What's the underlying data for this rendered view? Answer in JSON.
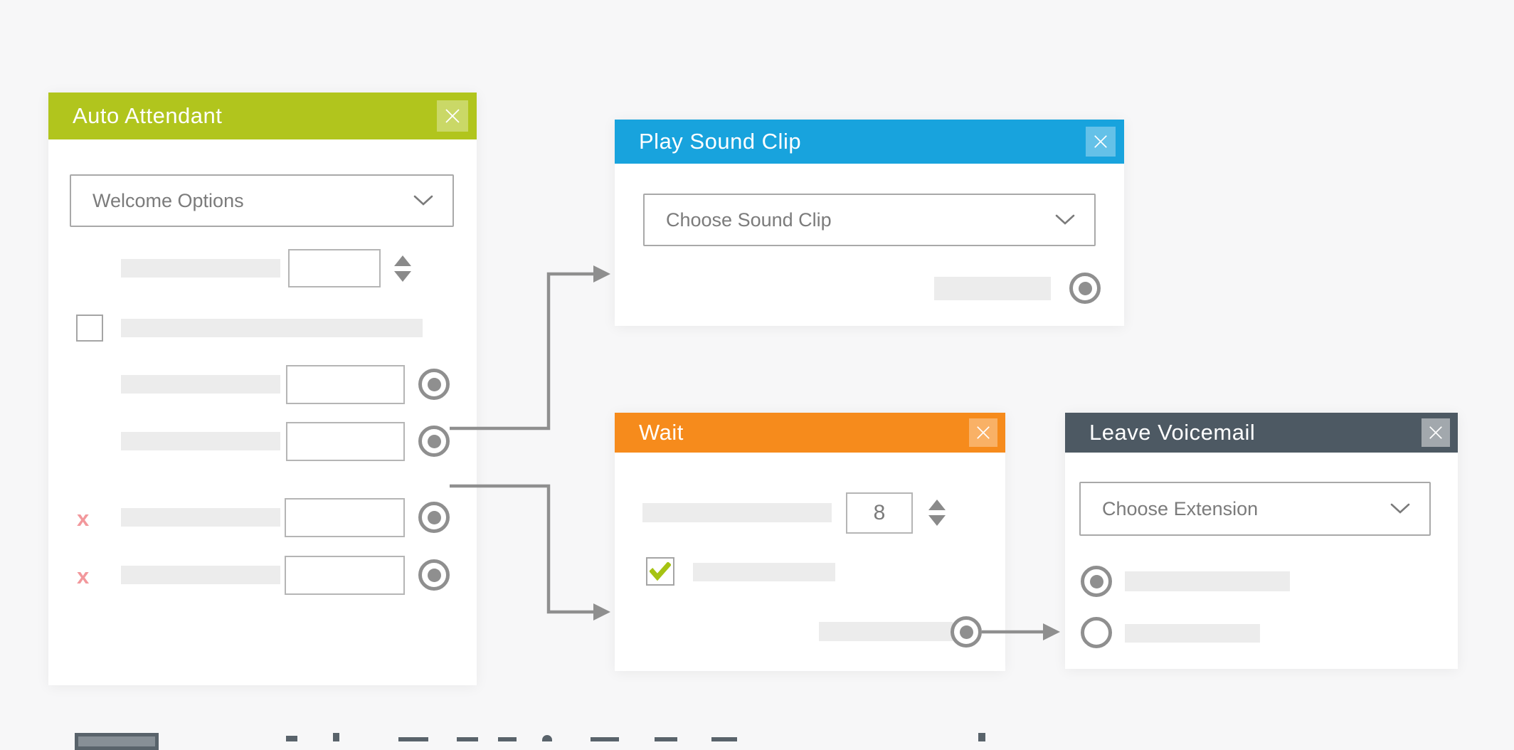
{
  "canvas": {
    "background": "#f7f7f8",
    "connector_color": "#8f8f8f"
  },
  "palette": {
    "auto_attendant_header": "#b1c51d",
    "play_sound_clip_header": "#18a3dd",
    "wait_header": "#f68b1c",
    "leave_voicemail_header": "#4d5963",
    "placeholder_bar": "#ececec",
    "port_gray": "#8f8f8f",
    "delete_x_pink": "#f2989c",
    "checkmark_green": "#a6c313"
  },
  "icons": {
    "close": "close-x-icon",
    "chevron": "chevron-down-icon",
    "stepper": "up-down-stepper-icon",
    "check": "checkmark-icon",
    "delete": "x-delete-icon",
    "port": "connector-port-icon"
  },
  "nodes": {
    "auto_attendant": {
      "title": "Auto Attendant",
      "dropdown_value": "Welcome Options",
      "stepper_value": "",
      "option_values": [
        "",
        "",
        "",
        ""
      ],
      "delete_label": "x",
      "checkbox_checked": false
    },
    "play_sound_clip": {
      "title": "Play Sound Clip",
      "dropdown_value": "Choose Sound Clip"
    },
    "wait": {
      "title": "Wait",
      "stepper_value": "8",
      "checkbox_checked": true
    },
    "leave_voicemail": {
      "title": "Leave Voicemail",
      "dropdown_value": "Choose Extension",
      "radio_selected_index": 0
    }
  }
}
